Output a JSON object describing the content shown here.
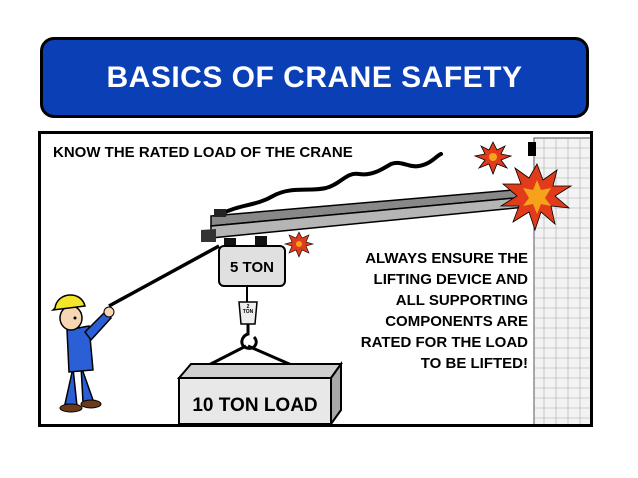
{
  "banner": {
    "title": "BASICS OF CRANE SAFETY",
    "color": "#0a3fb5"
  },
  "panel": {
    "heading": "KNOW THE RATED LOAD OF THE CRANE",
    "note": "ALWAYS ENSURE THE LIFTING DEVICE AND ALL SUPPORTING COMPONENTS ARE RATED FOR THE LOAD TO BE LIFTED!"
  },
  "hoist": {
    "label": "5 TON"
  },
  "hook": {
    "tag_top": "2",
    "tag_bottom": "TON"
  },
  "load": {
    "label": "10 TON LOAD"
  },
  "colors": {
    "explosion": "#e23b1c",
    "spark": "#f6a21a",
    "worker_shirt": "#2b5fd6",
    "hard_hat": "#f2e52a"
  }
}
